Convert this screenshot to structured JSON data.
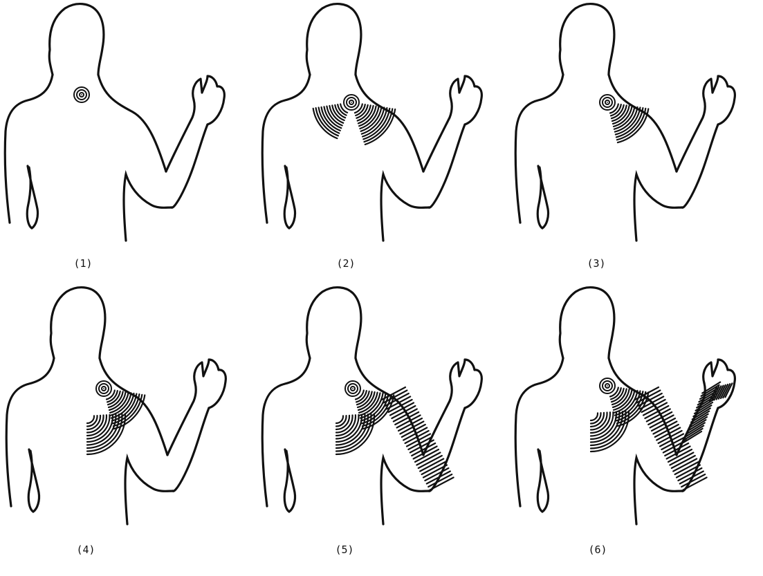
{
  "panels": [
    {
      "caption": "(1)",
      "stage": 1
    },
    {
      "caption": "(2)",
      "stage": 2
    },
    {
      "caption": "(3)",
      "stage": 3
    },
    {
      "caption": "(4)",
      "stage": 4
    },
    {
      "caption": "(5)",
      "stage": 5
    },
    {
      "caption": "(6)",
      "stage": 6
    }
  ],
  "colors": {
    "ink": "#111111",
    "paper": "#ffffff"
  }
}
